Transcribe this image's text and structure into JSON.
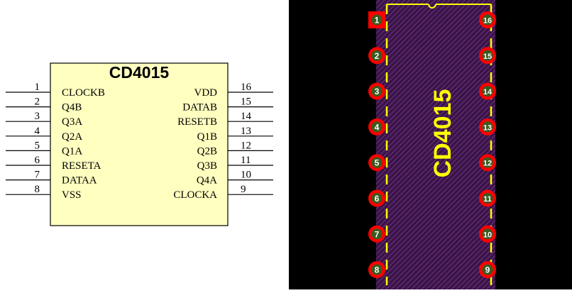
{
  "schematic": {
    "part_name": "CD4015",
    "colors": {
      "body_fill": "#ffffc0",
      "outline": "#000000",
      "background": "#ffffff"
    },
    "left_pins": [
      {
        "number": "1",
        "label": "CLOCKB"
      },
      {
        "number": "2",
        "label": "Q4B"
      },
      {
        "number": "3",
        "label": "Q3A"
      },
      {
        "number": "4",
        "label": "Q2A"
      },
      {
        "number": "5",
        "label": "Q1A"
      },
      {
        "number": "6",
        "label": "RESETA"
      },
      {
        "number": "7",
        "label": "DATAA"
      },
      {
        "number": "8",
        "label": "VSS"
      }
    ],
    "right_pins": [
      {
        "number": "16",
        "label": "VDD"
      },
      {
        "number": "15",
        "label": "DATAB"
      },
      {
        "number": "14",
        "label": "RESETB"
      },
      {
        "number": "13",
        "label": "Q1B"
      },
      {
        "number": "12",
        "label": "Q2B"
      },
      {
        "number": "11",
        "label": "Q3B"
      },
      {
        "number": "10",
        "label": "Q4A"
      },
      {
        "number": "9",
        "label": "CLOCKA"
      }
    ]
  },
  "footprint": {
    "part_name": "CD4015",
    "colors": {
      "background": "#000000",
      "body_fill": "#3a1448",
      "hatch": "#7a3d8c",
      "silkscreen": "#ffff00",
      "pad": "#ff0000",
      "drill": "#3a5a1e",
      "pad_number": "#ffffff"
    },
    "left_pads": [
      "1",
      "2",
      "3",
      "4",
      "5",
      "6",
      "7",
      "8"
    ],
    "right_pads": [
      "16",
      "15",
      "14",
      "13",
      "12",
      "11",
      "10",
      "9"
    ]
  }
}
